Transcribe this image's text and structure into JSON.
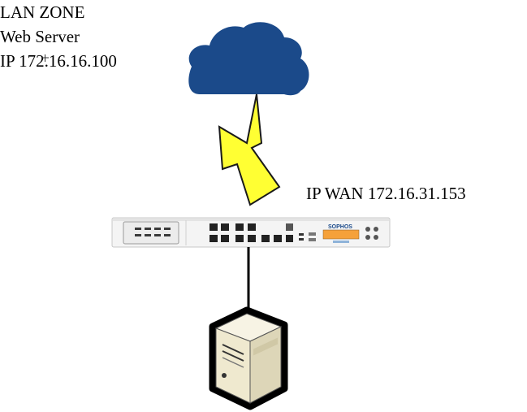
{
  "wan": {
    "label": "IP WAN 172.16.31.153"
  },
  "firewall": {
    "brand_text": "SOPHOS"
  },
  "lan": {
    "zone_label": "LAN ZONE",
    "server_label": "Web Server",
    "ip_label": "IP 172.16.16.100"
  },
  "icons": [
    "cloud-icon",
    "lightning-bolt-icon",
    "firewall-appliance-icon",
    "server-icon",
    "cursor-crosshair-icon"
  ],
  "colors": {
    "cloud": "#1b4a8a",
    "bolt_fill": "#ffff33",
    "appliance_body": "#f4f4f4",
    "appliance_display": "#f5a13a",
    "server_body": "#f3efdc",
    "line": "#000000"
  }
}
